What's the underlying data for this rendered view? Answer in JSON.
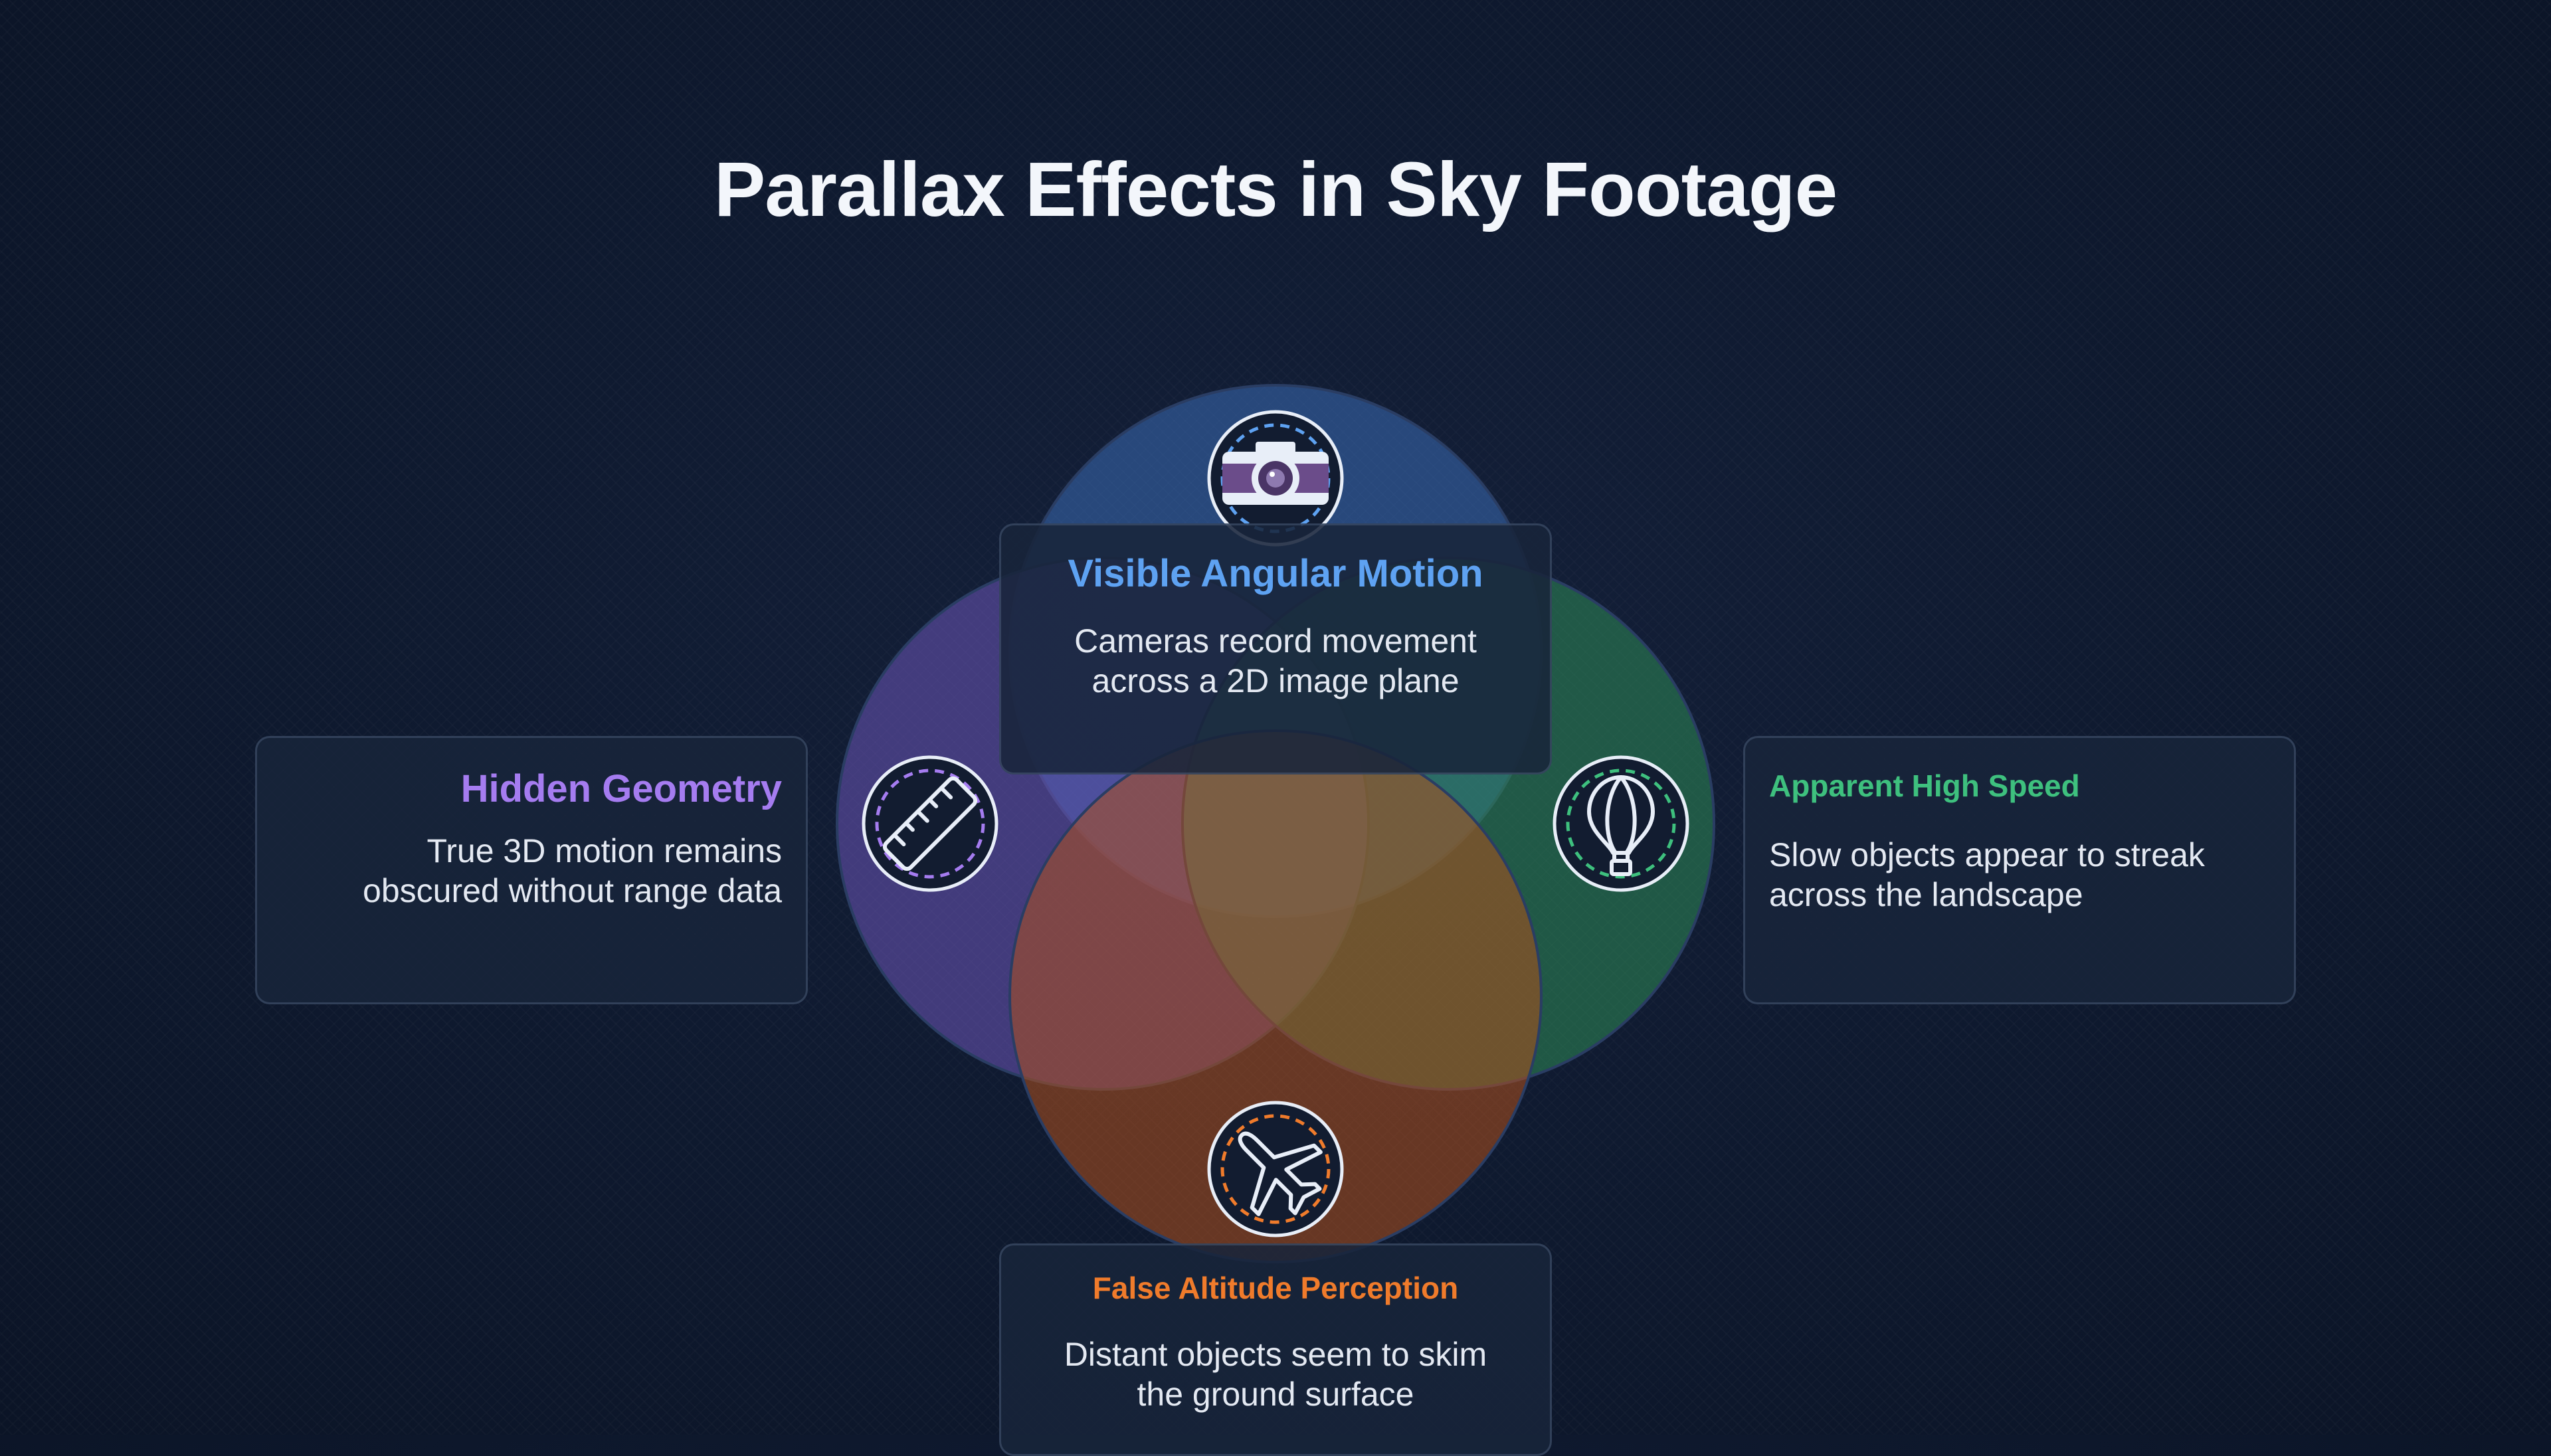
{
  "title": "Parallax Effects in Sky Footage",
  "colors": {
    "background": "#0f1a30",
    "blue": "#3a6cb4",
    "purple": "#6b56b8",
    "green": "#2d8a56",
    "orange": "#b0501c",
    "card_bg": "#18243a"
  },
  "sets": [
    {
      "key": "top",
      "title": "Visible Angular Motion",
      "text": "Cameras record movement across a 2D image plane",
      "icon": "camera-icon",
      "color": "#5ea2f2"
    },
    {
      "key": "left",
      "title": "Hidden Geometry",
      "text": "True 3D motion remains obscured without range data",
      "icon": "ruler-icon",
      "color": "#a57cf0"
    },
    {
      "key": "right",
      "title": "Apparent High Speed",
      "text": "Slow objects appear to streak across the landscape",
      "icon": "hot-air-balloon-icon",
      "color": "#3ec07e"
    },
    {
      "key": "bottom",
      "title": "False Altitude Perception",
      "text": "Distant objects seem to skim the ground surface",
      "icon": "airplane-icon",
      "color": "#f07b2b"
    }
  ]
}
